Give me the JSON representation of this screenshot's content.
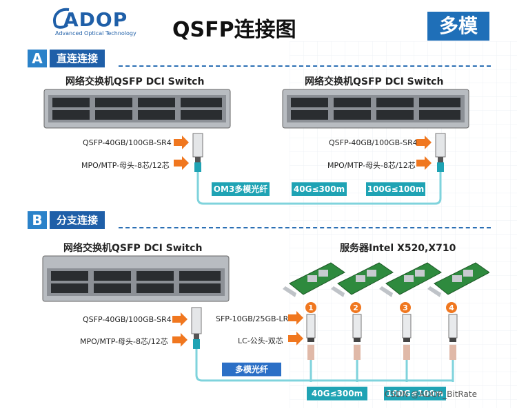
{
  "logo": {
    "name": "ADOP",
    "tagline": "Advanced Optical Technology"
  },
  "title": "QSFP连接图",
  "mode_badge": "多模",
  "section_a": {
    "letter": "A",
    "label": "直连连接",
    "switch_left": "网络交换机QSFP DCI Switch",
    "switch_right": "网络交换机QSFP DCI Switch",
    "module_left": "QSFP-40GB/100GB-SR4",
    "connector_left": "MPO/MTP-母头-8芯/12芯",
    "module_right": "QSFP-40GB/100GB-SR4",
    "connector_right": "MPO/MTP-母头-8芯/12芯",
    "fiber": "OM3多模光纤",
    "dist_40g": "40G≤300m",
    "dist_100g": "100G≤100m"
  },
  "section_b": {
    "letter": "B",
    "label": "分支连接",
    "switch": "网络交换机QSFP DCI Switch",
    "server": "服务器Intel X520,X710",
    "module": "QSFP-40GB/100GB-SR4",
    "connector": "MPO/MTP-母头-8芯/12芯",
    "sfp_module": "SFP-10GB/25GB-LR",
    "lc_connector": "LC-公头-双芯",
    "fiber": "多模光纤",
    "dist_40g": "40G≤300m",
    "dist_100g": "100G≤100m",
    "ports": [
      "1",
      "2",
      "3",
      "4"
    ]
  },
  "watermark": "CSDN @ADOP_BitRate",
  "colors": {
    "brand_blue": "#1f5fa8",
    "fiber_teal": "#1fa3b4",
    "arrow_orange": "#f0771f"
  }
}
